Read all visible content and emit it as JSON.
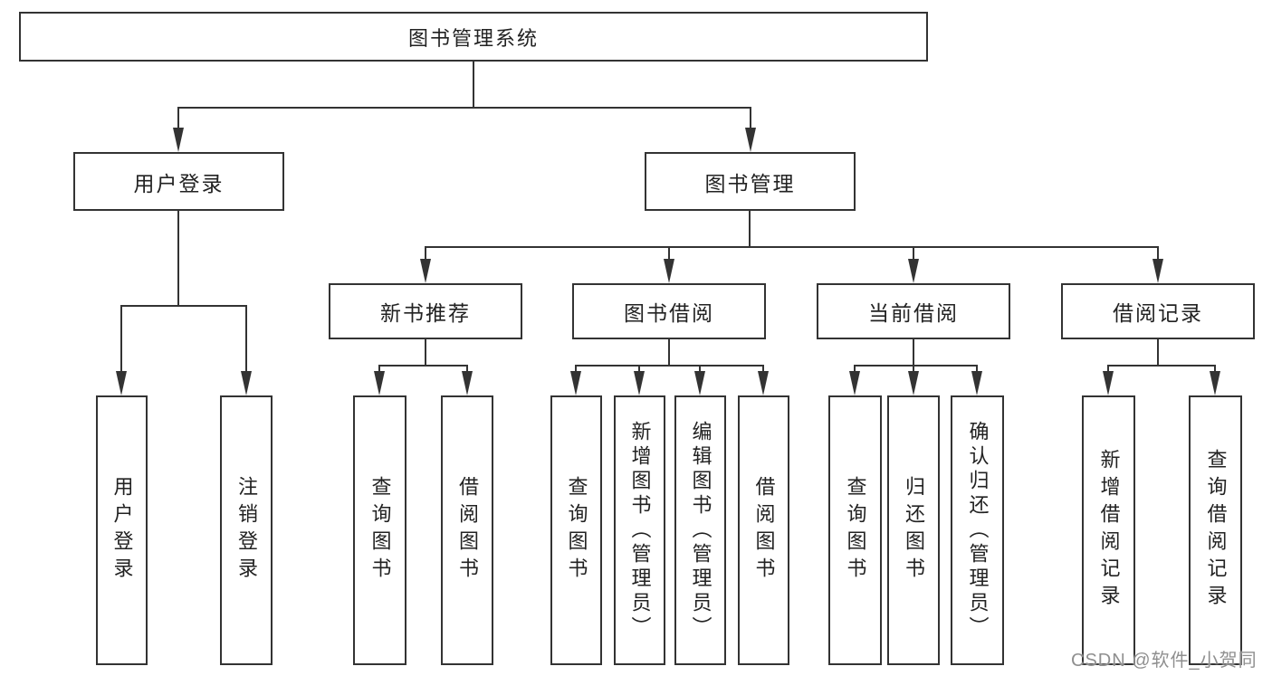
{
  "nodes": {
    "root": "图书管理系统",
    "user_login": "用户登录",
    "book_mgmt": "图书管理",
    "new_book_rec": "新书推荐",
    "book_borrow": "图书借阅",
    "current_borrow": "当前借阅",
    "borrow_record": "借阅记录",
    "leaf_user_login": "用户登录",
    "leaf_logout": "注销登录",
    "leaf_nbr_query_books": "查询图书",
    "leaf_nbr_borrow_books": "借阅图书",
    "leaf_bb_query_books": "查询图书",
    "leaf_bb_add_books": "新增图书（管理员）",
    "leaf_bb_edit_books": "编辑图书（管理员）",
    "leaf_bb_borrow_books": "借阅图书",
    "leaf_cb_query_books": "查询图书",
    "leaf_cb_return_books": "归还图书",
    "leaf_cb_confirm_return": "确认归还（管理员）",
    "leaf_br_add_record": "新增借阅记录",
    "leaf_br_query_record": "查询借阅记录"
  },
  "tree": {
    "root": "图书管理系统",
    "children": [
      {
        "label": "用户登录",
        "children": [
          "用户登录",
          "注销登录"
        ]
      },
      {
        "label": "图书管理",
        "children": [
          {
            "label": "新书推荐",
            "children": [
              "查询图书",
              "借阅图书"
            ]
          },
          {
            "label": "图书借阅",
            "children": [
              "查询图书",
              "新增图书（管理员）",
              "编辑图书（管理员）",
              "借阅图书"
            ]
          },
          {
            "label": "当前借阅",
            "children": [
              "查询图书",
              "归还图书",
              "确认归还（管理员）"
            ]
          },
          {
            "label": "借阅记录",
            "children": [
              "新增借阅记录",
              "查询借阅记录"
            ]
          }
        ]
      }
    ]
  },
  "colors": {
    "line": "#333333",
    "text": "#222222",
    "background": "#ffffff",
    "watermark": "#8f8f8f"
  },
  "watermark": "CSDN @软件_小贺同学"
}
